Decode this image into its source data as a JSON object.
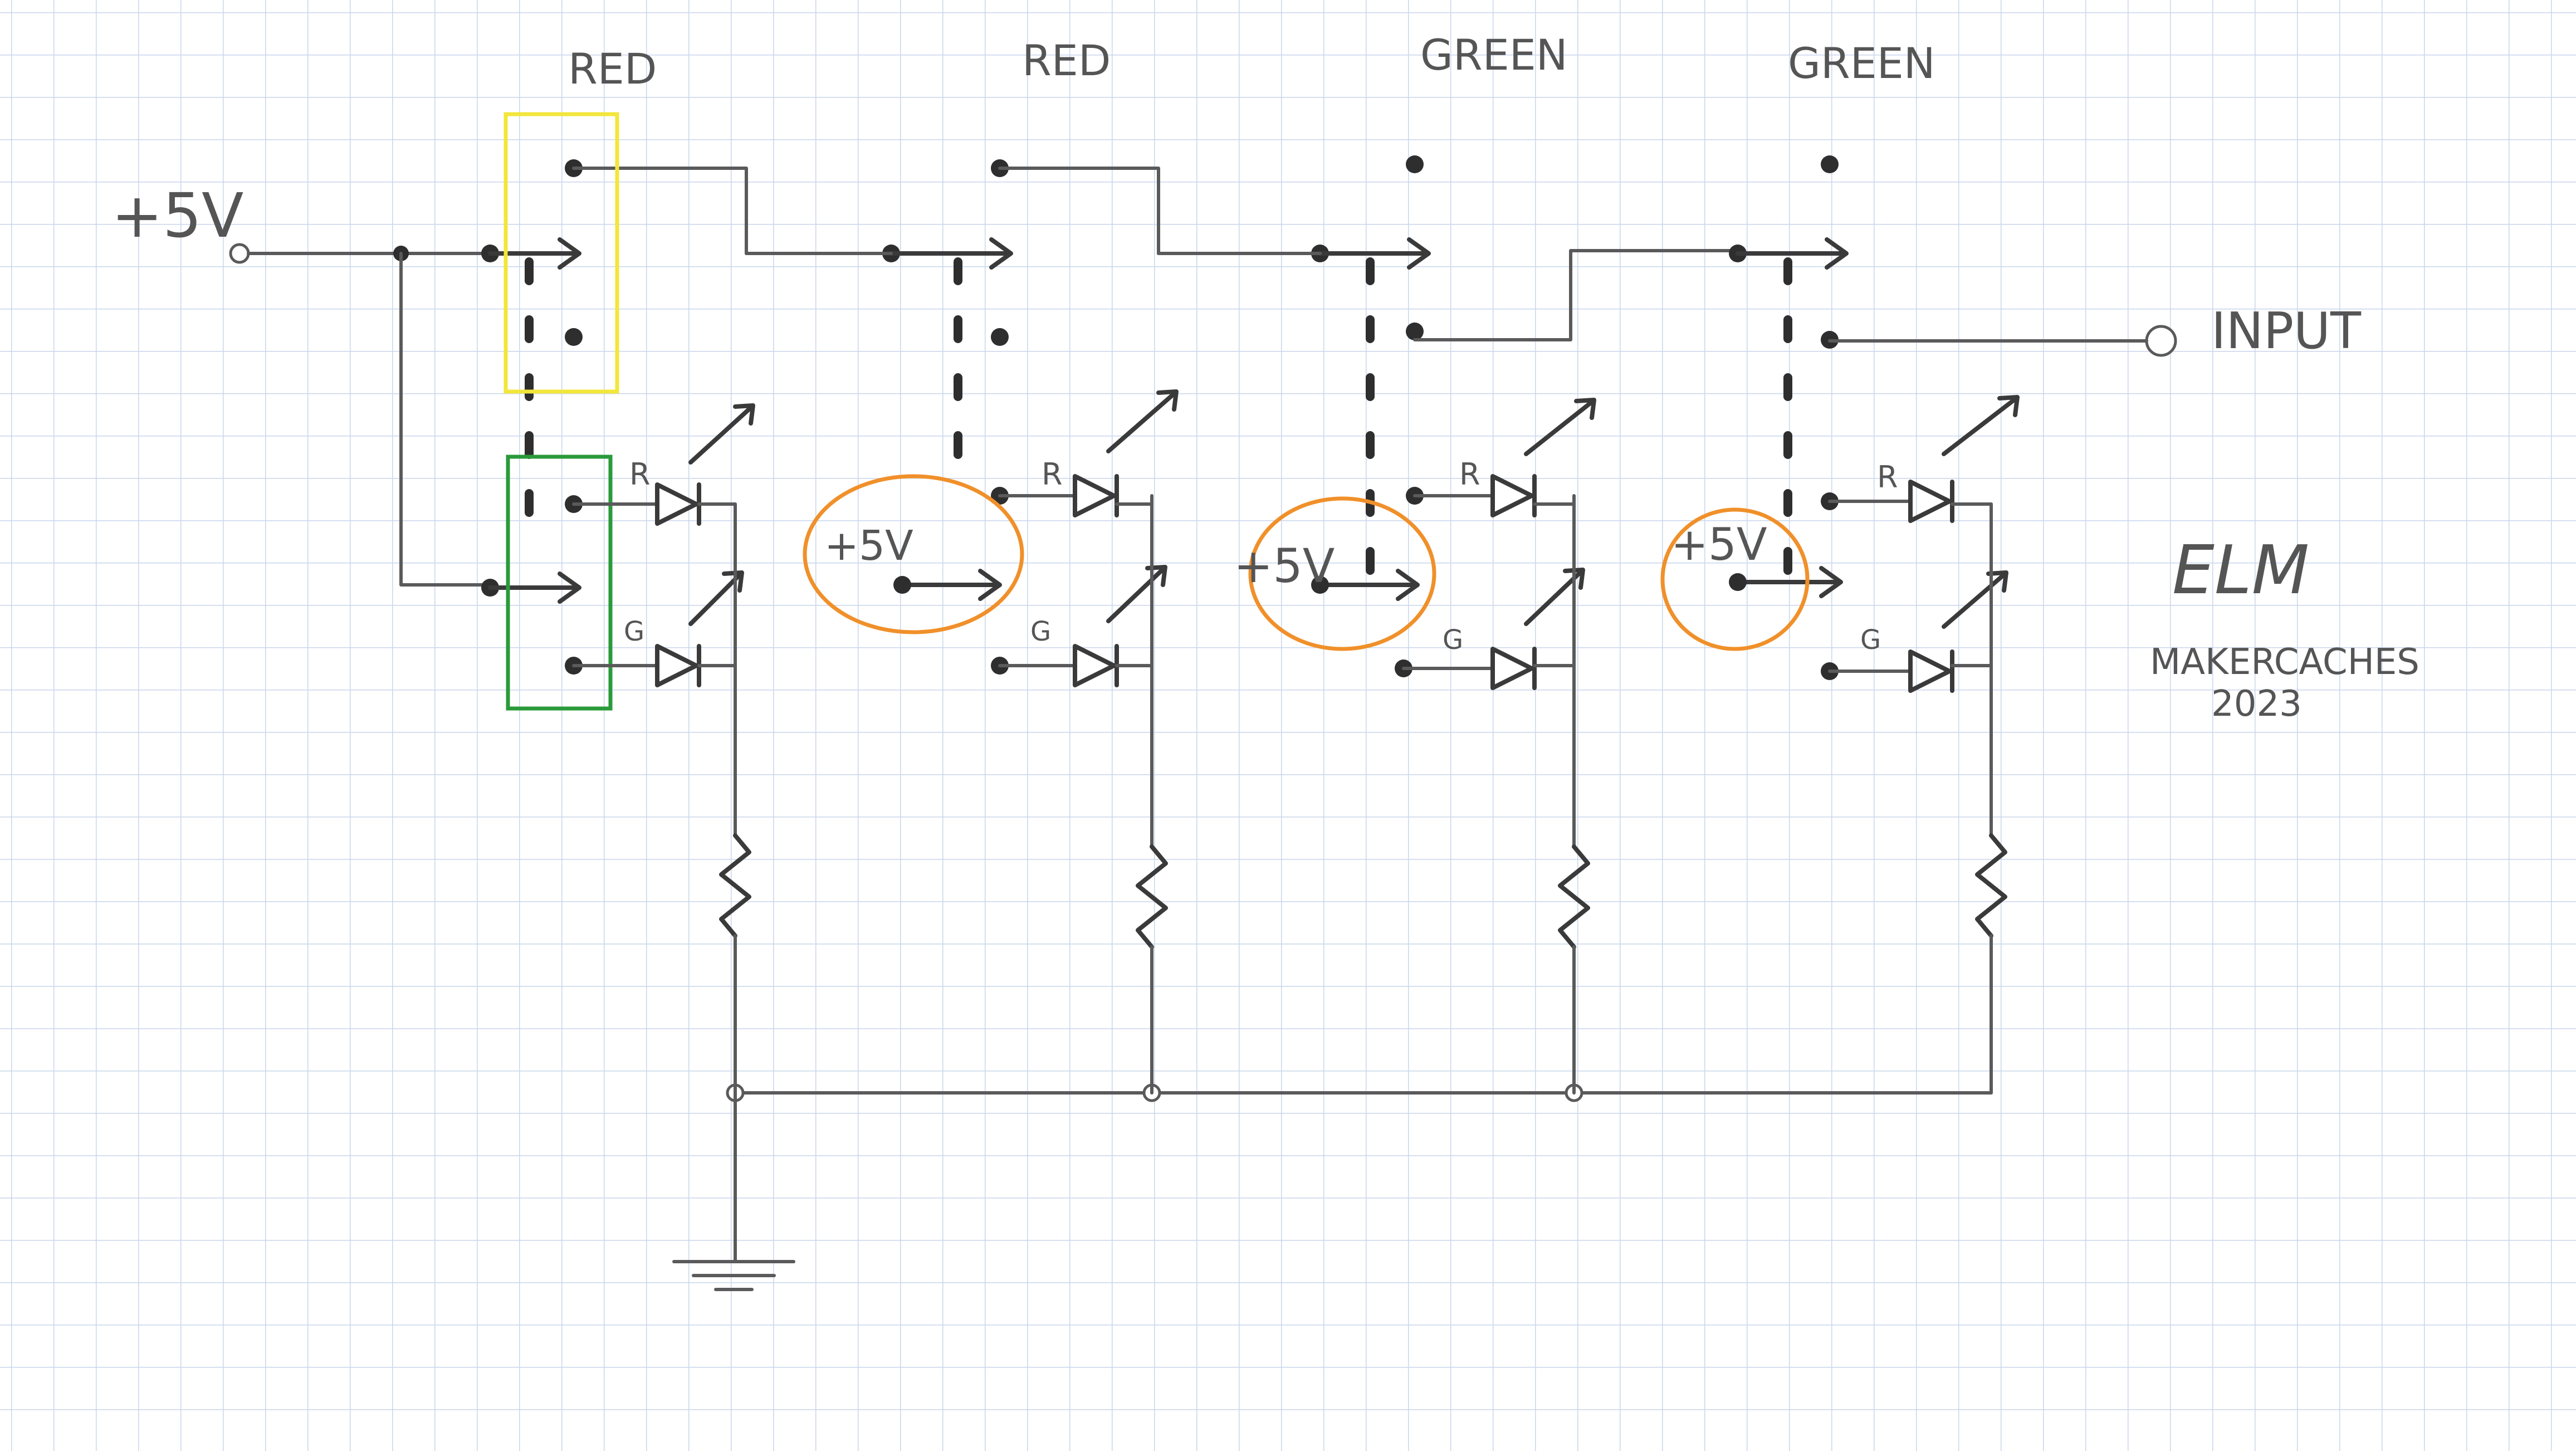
{
  "labels": {
    "col1": "RED",
    "col2": "RED",
    "col3": "GREEN",
    "col4": "GREEN",
    "supply": "+5V",
    "input": "INPUT",
    "signature": "ELM",
    "maker": "MAKERCACHES",
    "year": "2023",
    "five_v_1": "+5V",
    "five_v_2": "+5V",
    "five_v_3": "+5V",
    "led_r": "R",
    "led_g": "G"
  },
  "highlight_colors": {
    "yellow_box": "#f2e63a",
    "green_box": "#2a9a3a",
    "orange_circle": "#f0902a"
  },
  "colors": {
    "grid": "#c9d6ec",
    "ink": "#3a3a3a",
    "paper": "#ffffff"
  }
}
